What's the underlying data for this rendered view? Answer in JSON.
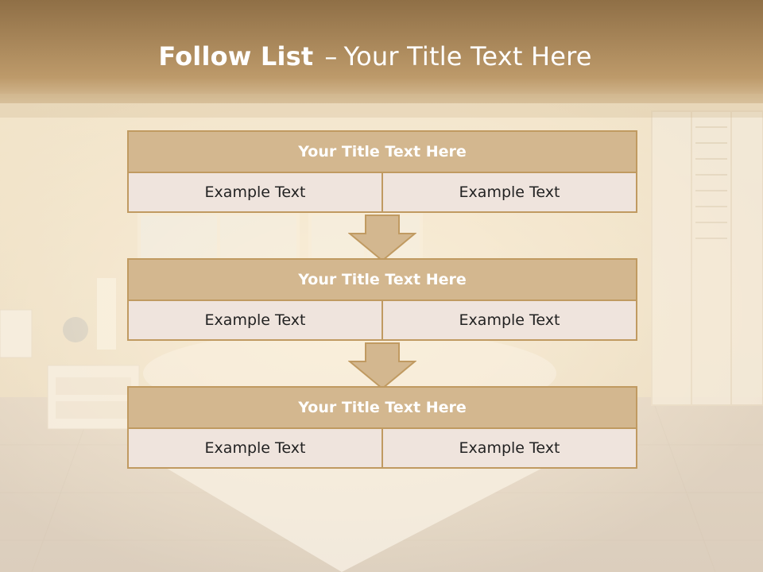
{
  "slide": {
    "title_bold": "Follow List",
    "title_dash": "–",
    "title_rest": "Your Title Text Here"
  },
  "steps": [
    {
      "title": "Your Title Text Here",
      "left": "Example Text",
      "right": "Example Text"
    },
    {
      "title": "Your Title Text Here",
      "left": "Example Text",
      "right": "Example Text"
    },
    {
      "title": "Your Title Text Here",
      "left": "Example Text",
      "right": "Example Text"
    }
  ],
  "colors": {
    "header_band": "#a7814f",
    "box_title_fill": "#d3b78f",
    "box_border": "#c09a61",
    "cell_fill": "#efe4dd",
    "arrow_fill": "#d3b78f"
  }
}
